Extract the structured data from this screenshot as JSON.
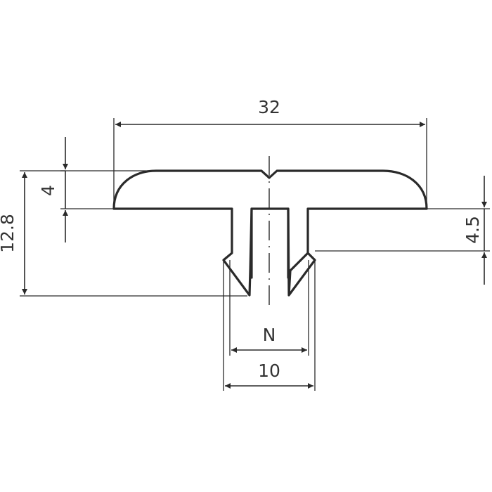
{
  "drawing": {
    "labels": {
      "width_overall": "32",
      "cap_thickness": "4",
      "total_height": "12.8",
      "right_offset": "4.5",
      "inner_gap": "N",
      "stem_width": "10"
    },
    "colors": {
      "line": "#2a2a2a",
      "text": "#333333",
      "background": "#ffffff"
    }
  }
}
